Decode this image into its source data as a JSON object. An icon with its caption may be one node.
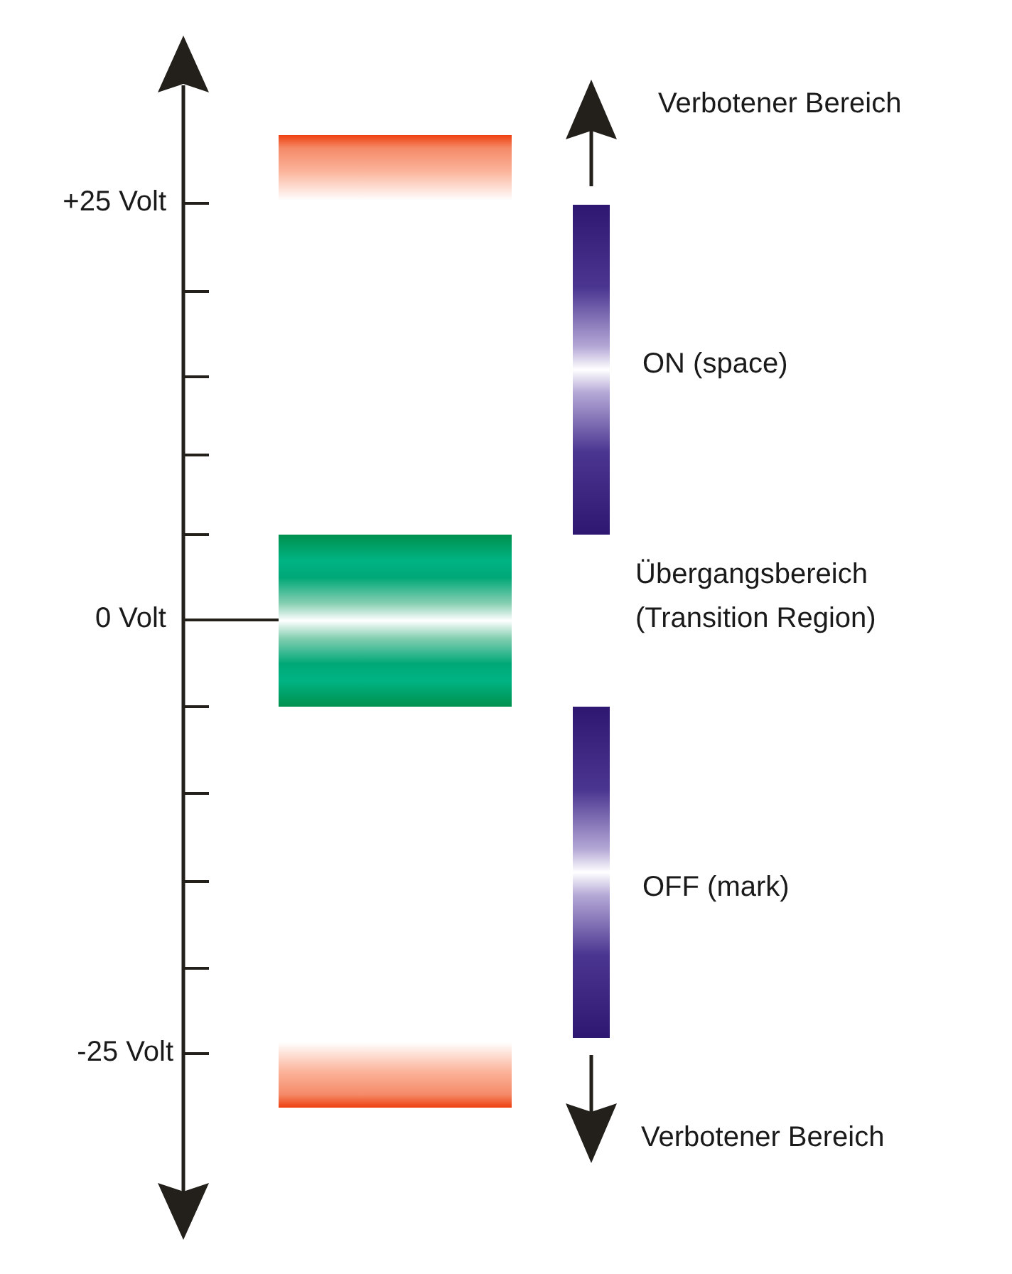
{
  "diagram": {
    "nodes": [
      {
        "text": [],
        "shape": "bar"
      },
      {
        "text": [],
        "shape": "bar",
        "beside": [
          "ON (space)"
        ]
      },
      {
        "text": [],
        "shape": "bar"
      },
      {
        "text": [],
        "shape": "bar",
        "beside": [
          "OFF (mark)"
        ]
      },
      {
        "text": [],
        "shape": "bar"
      }
    ],
    "labels": [
      "Verbotener Bereich",
      "+25 Volt",
      "Übergangsbereich (Transition Region)",
      "0 Volt",
      "-25 Volt",
      "Verbotener Bereich"
    ]
  }
}
